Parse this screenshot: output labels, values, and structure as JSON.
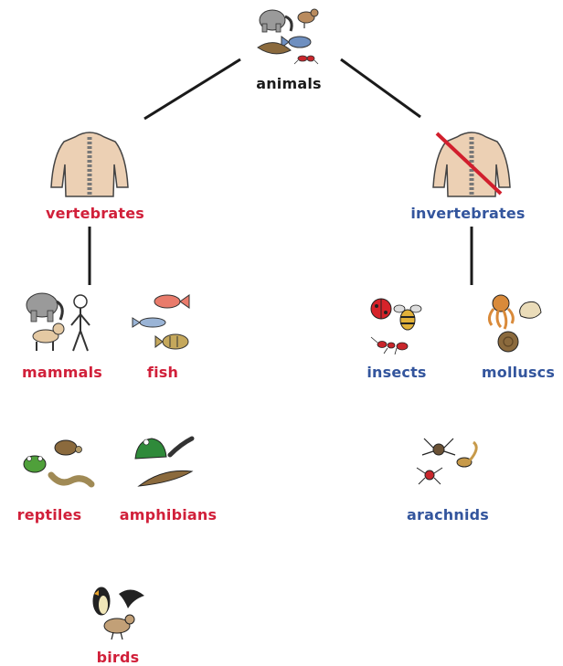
{
  "diagram": {
    "root": {
      "label": "animals",
      "icon": "animals-group-icon"
    },
    "vertebrates": {
      "label": "vertebrates",
      "icon": "spine-body-icon",
      "children": [
        {
          "label": "mammals",
          "icon": "mammals-icon"
        },
        {
          "label": "fish",
          "icon": "fish-icon"
        },
        {
          "label": "reptiles",
          "icon": "reptiles-icon"
        },
        {
          "label": "amphibians",
          "icon": "amphibians-icon"
        },
        {
          "label": "birds",
          "icon": "birds-icon"
        }
      ]
    },
    "invertebrates": {
      "label": "invertebrates",
      "icon": "no-spine-body-icon",
      "children": [
        {
          "label": "insects",
          "icon": "insects-icon"
        },
        {
          "label": "molluscs",
          "icon": "molluscs-icon"
        },
        {
          "label": "arachnids",
          "icon": "arachnids-icon"
        }
      ]
    }
  },
  "colors": {
    "vertebrate_text": "#d1203a",
    "invertebrate_text": "#33559d",
    "root_text": "#1a1a1a",
    "connector": "#1a1a1a"
  }
}
